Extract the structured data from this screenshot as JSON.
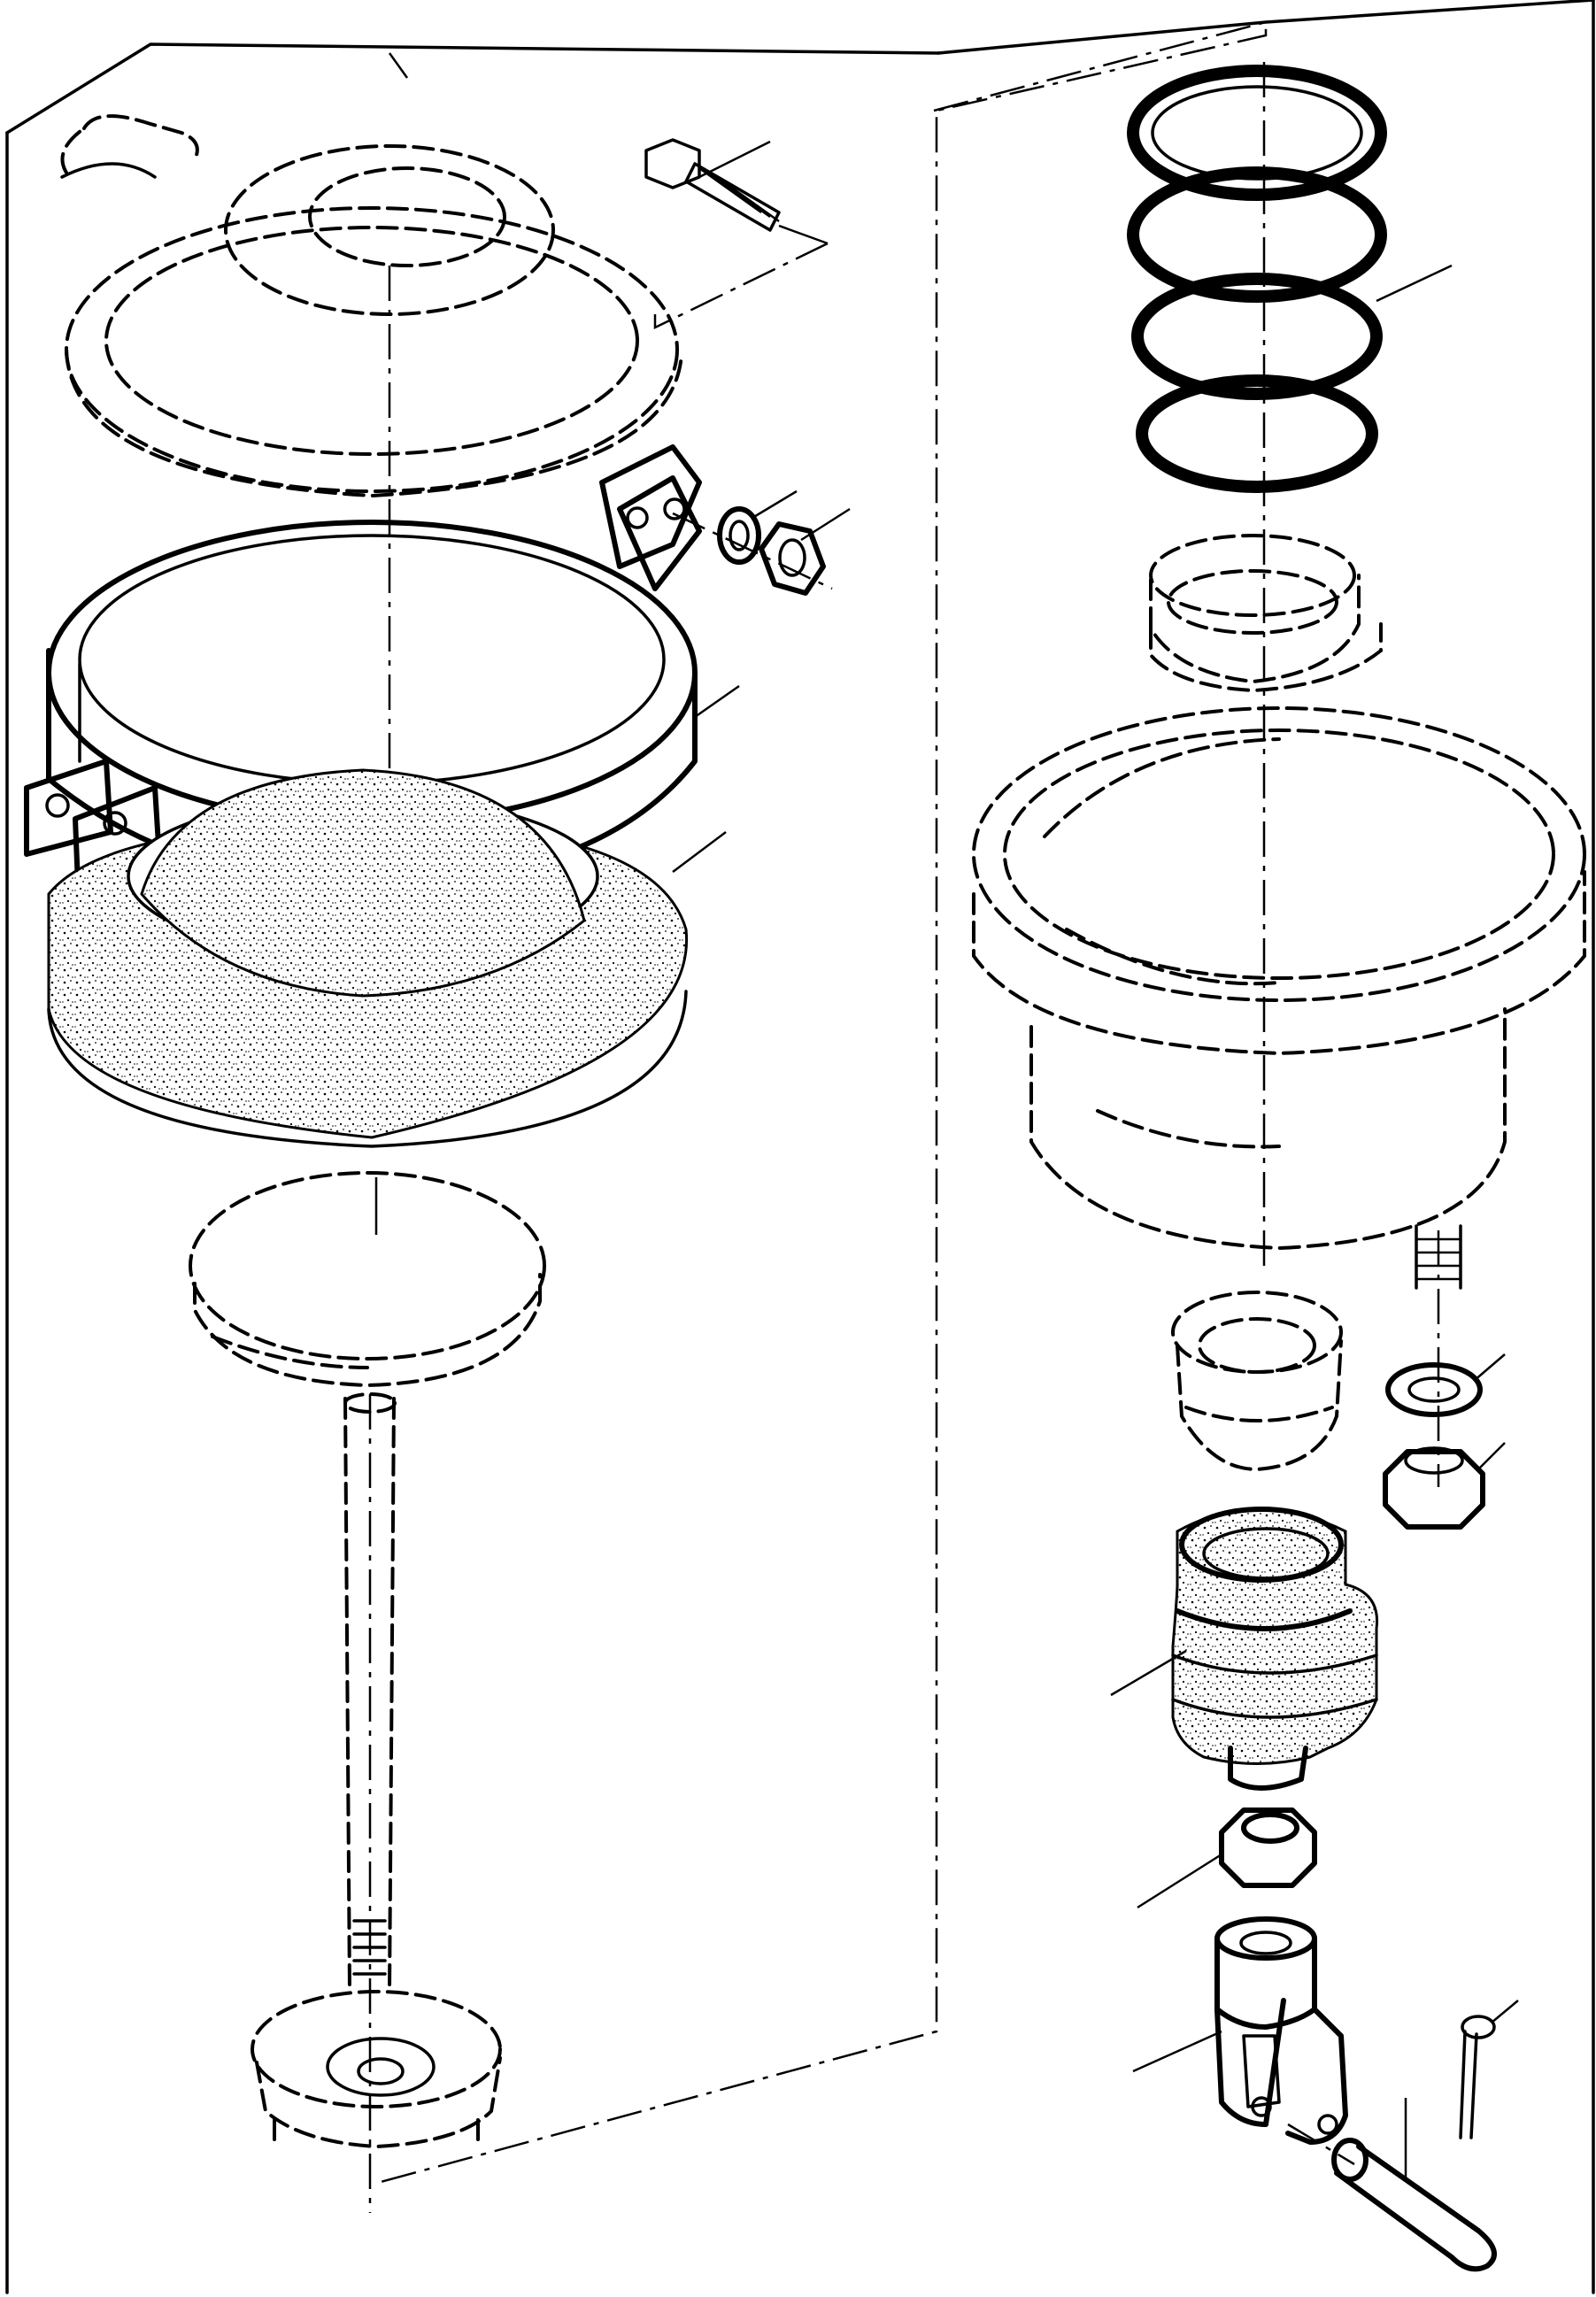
{
  "diagram": {
    "kind": "exploded parts view",
    "left_assembly": {
      "parts": [
        "housing-cover",
        "cap-screw",
        "lock-washer",
        "hex-nut",
        "clamp-ring",
        "diaphragm",
        "piston-plate",
        "push-rod",
        "retainer-cup"
      ]
    },
    "right_assembly": {
      "parts": [
        "return-spring",
        "dust-boot",
        "spring-housing",
        "stud",
        "lock-washer",
        "hex-nut",
        "bushing",
        "seal-bellows",
        "jam-nut",
        "clevis",
        "clevis-pin",
        "cotter-pin"
      ]
    }
  }
}
